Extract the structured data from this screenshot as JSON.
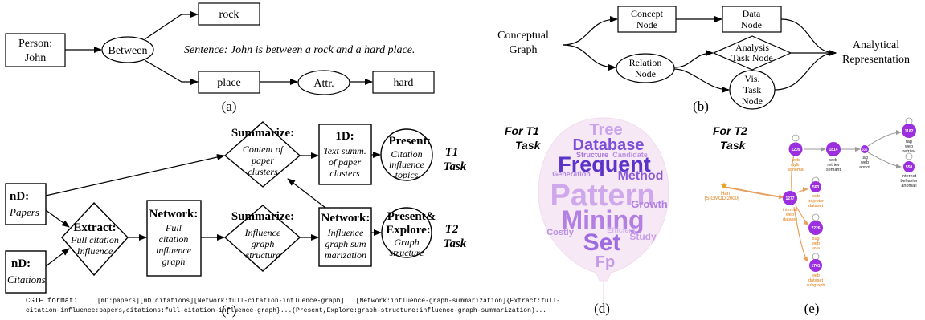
{
  "panel_a": {
    "person": [
      "Person:",
      "John"
    ],
    "between": "Between",
    "rock": "rock",
    "place": "place",
    "attr": "Attr.",
    "hard": "hard",
    "sentence": "Sentence: John is between a rock and a hard place.",
    "label": "(a)"
  },
  "panel_b": {
    "conceptual_graph": [
      "Conceptual",
      "Graph"
    ],
    "concept_node": [
      "Concept",
      "Node"
    ],
    "data_node": [
      "Data",
      "Node"
    ],
    "relation_node": [
      "Relation",
      "Node"
    ],
    "analysis_task_node": [
      "Analysis",
      "Task Node"
    ],
    "vis_task_node": [
      "Vis.",
      "Task",
      "Node"
    ],
    "analytical_representation": [
      "Analytical",
      "Representation"
    ],
    "label": "(b)"
  },
  "panel_c": {
    "nd_papers": {
      "title": "nD:",
      "sub": "Papers"
    },
    "nd_citations": {
      "title": "nD:",
      "sub": "Citations"
    },
    "extract": {
      "title": "Extract:",
      "sub": [
        "Full citation",
        "Influence"
      ]
    },
    "network_full": {
      "title": "Network:",
      "sub": [
        "Full",
        "citation",
        "influence",
        "graph"
      ]
    },
    "summarize_top": {
      "title": "Summarize:",
      "sub": [
        "Content of",
        "paper",
        "clusters"
      ]
    },
    "summarize_bottom": {
      "title": "Summarize:",
      "sub": [
        "Influence",
        "graph",
        "structure"
      ]
    },
    "oned": {
      "title": "1D:",
      "sub": [
        "Text summ.",
        "of paper",
        "clusters"
      ]
    },
    "network_sum": {
      "title": "Network:",
      "sub": [
        "Influence",
        "graph sum",
        "marization"
      ]
    },
    "present": {
      "title": "Present:",
      "sub": [
        "Citation",
        "influence",
        "topics"
      ]
    },
    "present_explore": {
      "title": [
        "Present&",
        "Explore:"
      ],
      "sub": [
        "Graph",
        "structure"
      ]
    },
    "t1": [
      "T1",
      "Task"
    ],
    "t2": [
      "T2",
      "Task"
    ],
    "cgif_label": "CGIF format:",
    "cgif_line1": "[mD:papers][mD:citations][Network:full-citation-influence-graph]...[Network:influence-graph-summarization]{Extract:full-",
    "cgif_line2": "citation-influence:papers,citations:full-citation-influence-graph}...(Present,Explore:graph-structure:influence-graph-summarization)...",
    "label": "(c)"
  },
  "panel_d": {
    "task_label": [
      "For T1",
      "Task"
    ],
    "words": [
      {
        "text": "Tree",
        "color": "#c9a3ea"
      },
      {
        "text": "Database",
        "color": "#7d50d8"
      },
      {
        "text": "Structure",
        "color": "#a878e0"
      },
      {
        "text": "Candidate",
        "color": "#b98fe6"
      },
      {
        "text": "Frequent",
        "color": "#5a33c9"
      },
      {
        "text": "Generation",
        "color": "#b387e4"
      },
      {
        "text": "Method",
        "color": "#8a5ad9"
      },
      {
        "text": "Pattern",
        "color": "#cfa8ec"
      },
      {
        "text": "Mining",
        "color": "#b27fe2"
      },
      {
        "text": "Growth",
        "color": "#b07fe2"
      },
      {
        "text": "Costly",
        "color": "#b891e6"
      },
      {
        "text": "Efficient",
        "color": "#d3b4ee"
      },
      {
        "text": "Set",
        "color": "#9e6cdf"
      },
      {
        "text": "Study",
        "color": "#c69ee9"
      },
      {
        "text": "Fp",
        "color": "#c39ae8"
      }
    ],
    "label": "(d)"
  },
  "panel_e": {
    "task_label": [
      "For T2",
      "Task"
    ],
    "nodes": [
      {
        "id": "1209",
        "label": [
          "web",
          "stylin",
          "schema"
        ],
        "color": "#9b2fe0",
        "label_color": "#e07a10"
      },
      {
        "id": "1814",
        "label": [
          "web",
          "retriev",
          "semant"
        ],
        "color": "#9b2fe0",
        "label_color": "#222222"
      },
      {
        "id": "220",
        "label": [
          "tag",
          "web",
          "annot"
        ],
        "color": "#9b2fe0",
        "label_color": "#222222"
      },
      {
        "id": "1182",
        "label": [
          "tag",
          "web",
          "retriev"
        ],
        "color": "#9b2fe0",
        "label_color": "#222222"
      },
      {
        "id": "550",
        "label": [
          "internet",
          "behavior",
          "anomali"
        ],
        "color": "#9b2fe0",
        "label_color": "#222222"
      },
      {
        "id": "563",
        "label": [
          "web",
          "trajector",
          "dataset"
        ],
        "color": "#9b2fe0",
        "label_color": "#e07a10"
      },
      {
        "id": "1277",
        "label": [
          "internet",
          "web",
          "dataset"
        ],
        "color": "#9b2fe0",
        "label_color": "#e07a10"
      },
      {
        "id": "2226",
        "label": [
          "bug",
          "web",
          "java"
        ],
        "color": "#9b2fe0",
        "label_color": "#e07a10"
      },
      {
        "id": "1761",
        "label": [
          "web",
          "dataset",
          "subgraph"
        ],
        "color": "#9b2fe0",
        "label_color": "#e07a10"
      }
    ],
    "han_label": "Han",
    "han_sub": "[SIGMOD 2000]",
    "label": "(e)"
  },
  "colors": {
    "stroke": "#000000",
    "edge_orange": "#e8a060",
    "edge_gray": "#b0b0b0",
    "balloon": "#f6e8f4"
  }
}
